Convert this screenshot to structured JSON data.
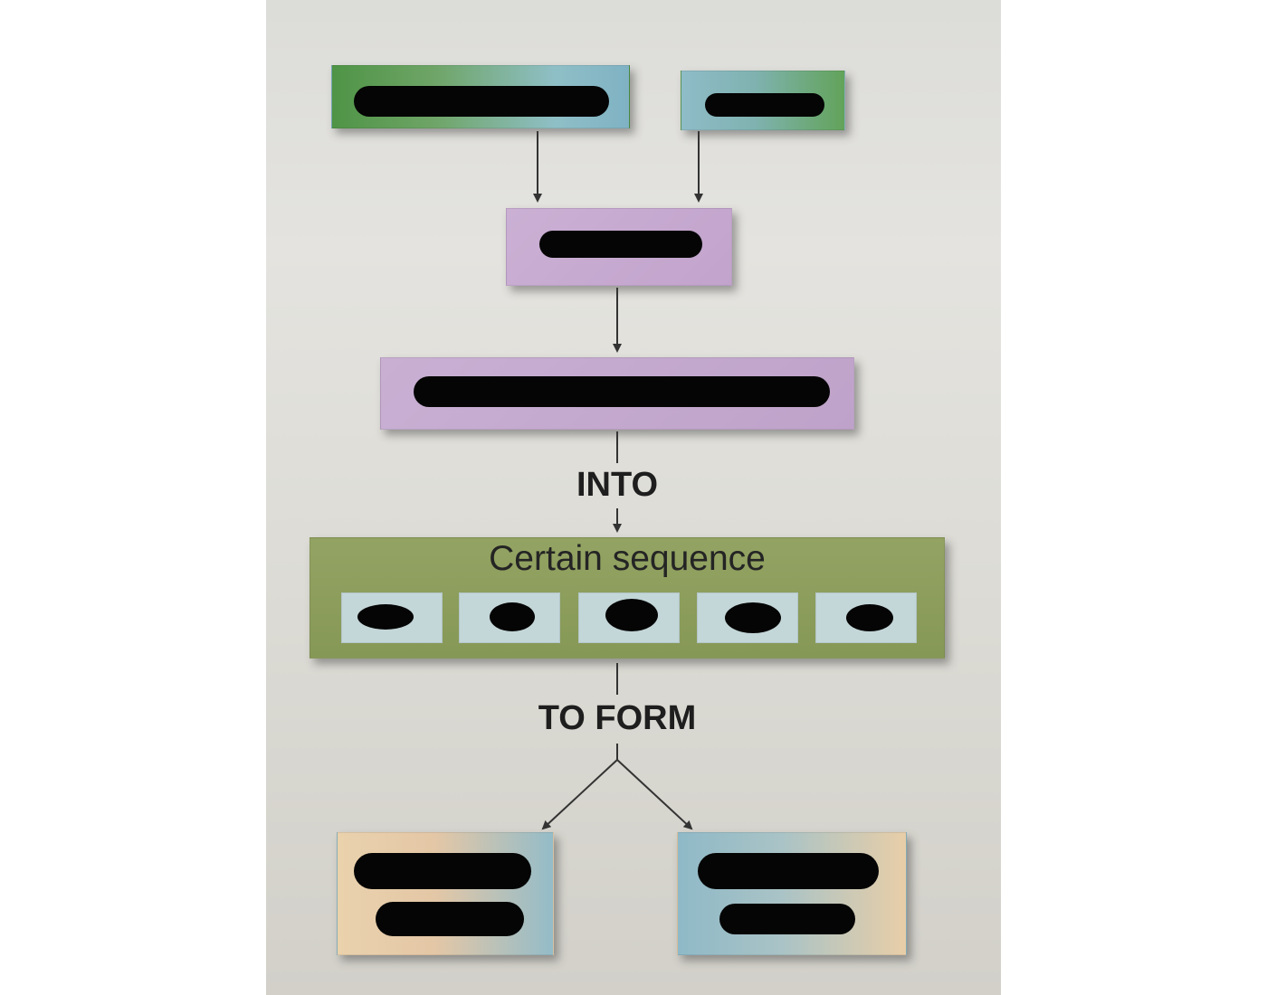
{
  "diagram": {
    "labels": {
      "into": "INTO",
      "to_form": "TO FORM",
      "sequence_title": "Certain sequence"
    },
    "boxes": {
      "top_left": "",
      "top_right": "",
      "middle": "",
      "wide": "",
      "bottom_left": "",
      "bottom_right": ""
    },
    "sequence_items": [
      "",
      "",
      "",
      "",
      ""
    ],
    "colors": {
      "green": "#5b9d55",
      "teal": "#7fb2c4",
      "lavender": "#c6a8cf",
      "olive": "#8b9b5c",
      "slot": "#c3d6d8",
      "peach": "#e7c9a5",
      "redaction": "#050505",
      "arrow": "#333333"
    }
  }
}
